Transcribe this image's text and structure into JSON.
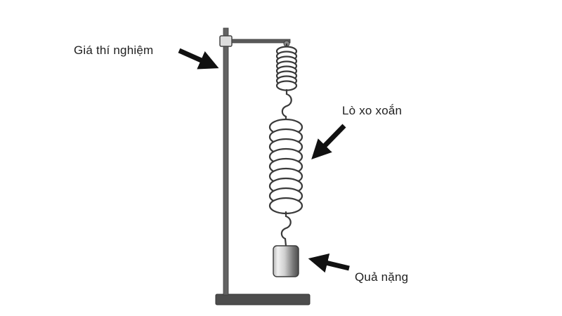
{
  "diagram": {
    "labels": {
      "stand": "Giá thí nghiệm",
      "spring": "Lò xo xoắn",
      "weight": "Quả nặng"
    },
    "colors": {
      "background": "#ffffff",
      "stand_pole": "#636363",
      "stand_base": "#4d4d4d",
      "arm": "#5a5a5a",
      "spring_stroke": "#3a3a3a",
      "arrow": "#111111",
      "label_text": "#1f1f1f"
    }
  }
}
